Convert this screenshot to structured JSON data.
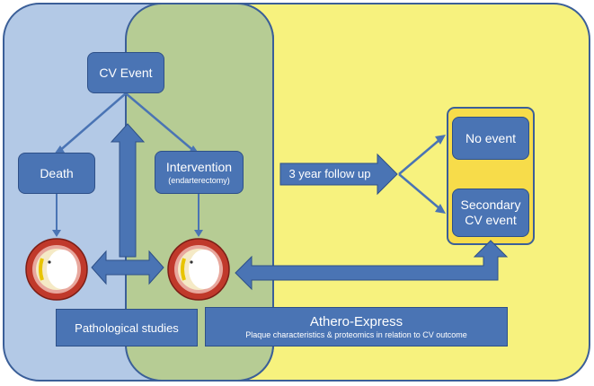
{
  "nodes": {
    "cv_event": "CV Event",
    "death": "Death",
    "intervention": "Intervention",
    "intervention_sub": "(endarterectomy)",
    "follow_up": "3 year follow up",
    "no_event": "No event",
    "secondary_cv_event": "Secondary CV event"
  },
  "footer": {
    "pathological_studies": "Pathological studies",
    "athero_title": "Athero-Express",
    "athero_sub": "Plaque characteristics & proteomics in relation to CV outcome"
  },
  "colors": {
    "blue_region": "#b3c9e6",
    "green_region": "#b6cc94",
    "yellow_region": "#f7f27e",
    "box": "#4a74b4",
    "arrow": "#4a74b4",
    "artery_ring": "#c0392b",
    "outcome_panel": "#f7dc4a"
  }
}
